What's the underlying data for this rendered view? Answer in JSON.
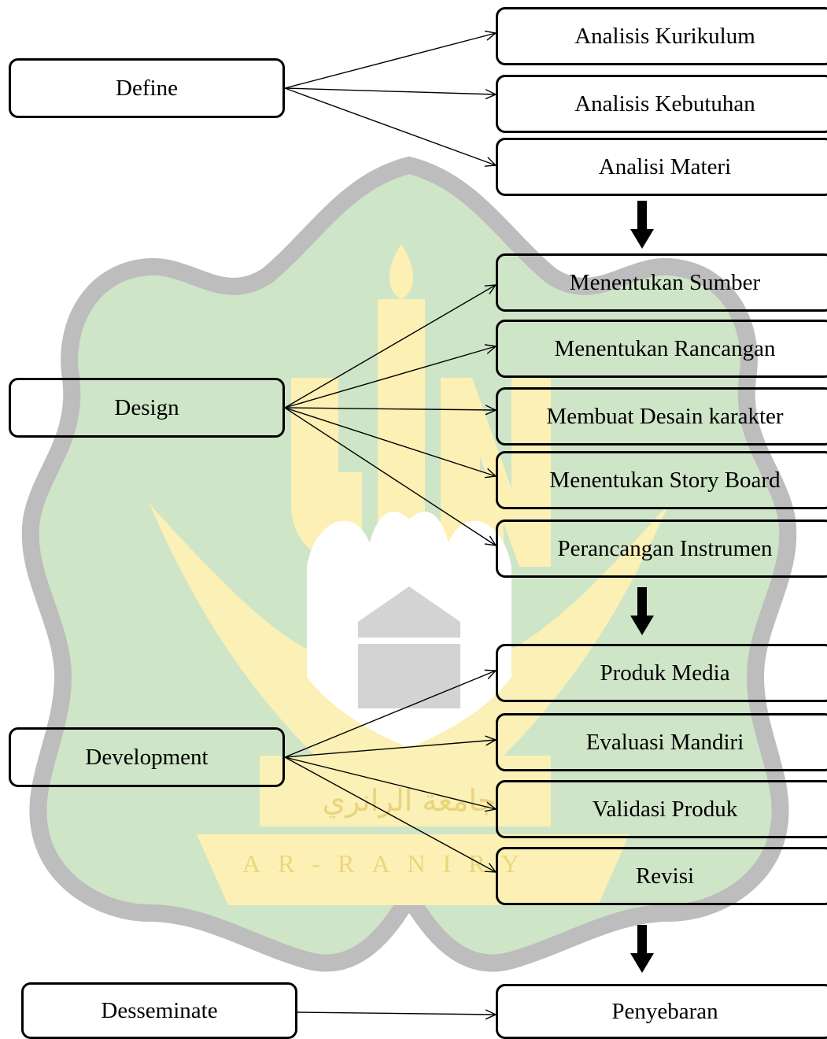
{
  "phases": {
    "define": "Define",
    "design": "Design",
    "development": "Development",
    "disseminate": "Desseminate"
  },
  "define_steps": [
    "Analisis Kurikulum",
    "Analisis Kebutuhan",
    "Analisi Materi"
  ],
  "design_steps": [
    "Menentukan Sumber",
    "Menentukan Rancangan",
    "Membuat Desain karakter",
    "Menentukan Story Board",
    "Perancangan Instrumen"
  ],
  "development_steps": [
    "Produk Media",
    "Evaluasi Mandiri",
    "Validasi Produk",
    "Revisi"
  ],
  "disseminate_steps": [
    "Penyebaran"
  ],
  "watermark": {
    "arabic_text": "جامعة الرانري",
    "latin_text": "AR-RANIRY",
    "colors": {
      "green": "#cfe5c7",
      "yellow": "#fdf0b4",
      "gray": "#d3d3d3",
      "text": "#e8d47a"
    }
  }
}
